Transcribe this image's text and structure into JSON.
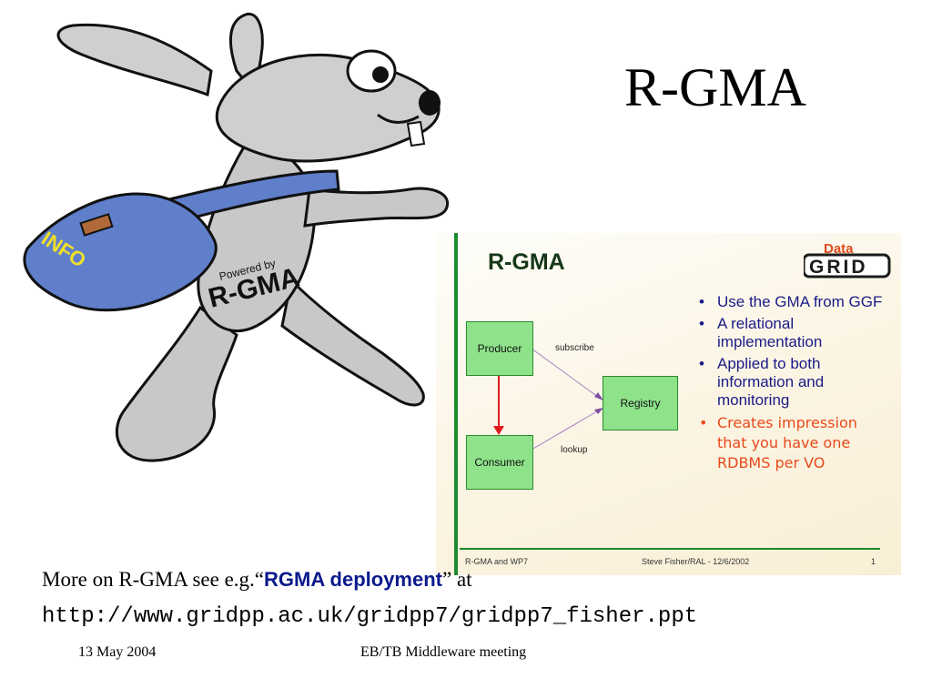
{
  "slide": {
    "title": "R-GMA",
    "more_prefix": "More on R-GMA see e.g.“",
    "more_bold": "RGMA deployment",
    "more_suffix": "” at",
    "url": "http://www.gridpp.ac.uk/gridpp7/gridpp7_fisher.ppt",
    "footer_date": "13 May 2004",
    "footer_center": "EB/TB Middleware meeting"
  },
  "mascot": {
    "bag_label": "INFO",
    "badge_small": "Powered by",
    "badge_big": "R-GMA"
  },
  "inset": {
    "title": "R-GMA",
    "logo_top": "Data",
    "logo_bottom": "GRID",
    "diagram": {
      "producer": "Producer",
      "consumer": "Consumer",
      "registry": "Registry",
      "subscribe": "subscribe",
      "lookup": "lookup"
    },
    "bullets": [
      "Use the GMA from GGF",
      "A relational implementation",
      "Applied to both information and monitoring",
      "Creates impression that you have one RDBMS per VO"
    ],
    "footer_left": "R-GMA and WP7",
    "footer_center": "Steve Fisher/RAL - 12/6/2002",
    "footer_right": "1"
  },
  "colors": {
    "inset_green": "#1e8a2e",
    "box_fill": "#8ee28a",
    "bullet_text": "#1a1a88",
    "highlight_bullet": "#e84a1c",
    "bag_blue": "#5f7fcb",
    "rabbit_gray": "#c8c8c8",
    "bold_link_blue": "#0a1a8c"
  }
}
